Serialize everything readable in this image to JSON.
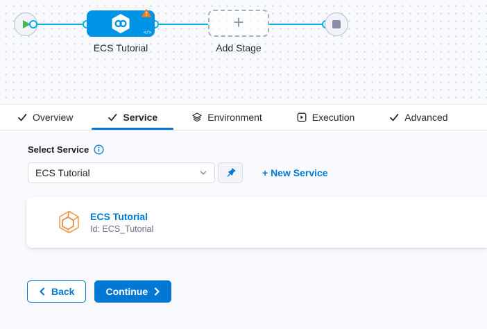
{
  "pipeline_canvas": {
    "stage": {
      "label": "ECS Tutorial",
      "code_toggle": "</>"
    },
    "add_stage": {
      "label": "Add Stage",
      "plus": "+"
    }
  },
  "tabs": [
    {
      "label": "Overview",
      "icon": "check-icon",
      "active": false
    },
    {
      "label": "Service",
      "icon": "check-icon",
      "active": true
    },
    {
      "label": "Environment",
      "icon": "environment-layers-icon",
      "active": false
    },
    {
      "label": "Execution",
      "icon": "execution-play-icon",
      "active": false
    },
    {
      "label": "Advanced",
      "icon": "check-icon",
      "active": false
    }
  ],
  "service_panel": {
    "select_service_label": "Select Service",
    "service_dropdown": {
      "value": "ECS Tutorial"
    },
    "new_service_link": "+ New Service",
    "service_card": {
      "title": "ECS Tutorial",
      "id": "Id: ECS_Tutorial"
    }
  },
  "footer": {
    "back": "Back",
    "continue": "Continue"
  },
  "colors": {
    "accent_blue": "#0278d5",
    "stage_node_blue": "#0092e4",
    "edge_blue": "#00ade4",
    "warning_orange": "#ee7d22",
    "play_green": "#4cb059",
    "service_icon_orange": "#e9853c",
    "content_bg": "#f8fafd"
  }
}
